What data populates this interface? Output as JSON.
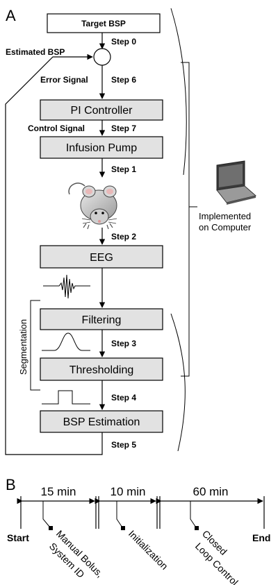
{
  "panel_a": {
    "letter": "A",
    "target": "Target BSP",
    "estimated": "Estimated BSP",
    "error_signal": "Error Signal",
    "control_signal": "Control Signal",
    "blocks": {
      "pi": "PI Controller",
      "pump": "Infusion Pump",
      "eeg": "EEG",
      "filtering": "Filtering",
      "thresholding": "Thresholding",
      "bsp_estimation": "BSP Estimation"
    },
    "steps": {
      "s0": "Step 0",
      "s6": "Step 6",
      "s7": "Step 7",
      "s1": "Step 1",
      "s2": "Step 2",
      "s3": "Step 3",
      "s4": "Step 4",
      "s5": "Step 5"
    },
    "segmentation": "Segmentation",
    "computer_label_1": "Implemented",
    "computer_label_2": "on Computer"
  },
  "panel_b": {
    "letter": "B",
    "durations": [
      "15 min",
      "10 min",
      "60 min"
    ],
    "start": "Start",
    "end": "End",
    "phase1_line1": "Manual Bolus,",
    "phase1_line2": "System ID",
    "phase2": "Initialization",
    "phase3_line1": "Closed",
    "phase3_line2": "Loop Control"
  }
}
